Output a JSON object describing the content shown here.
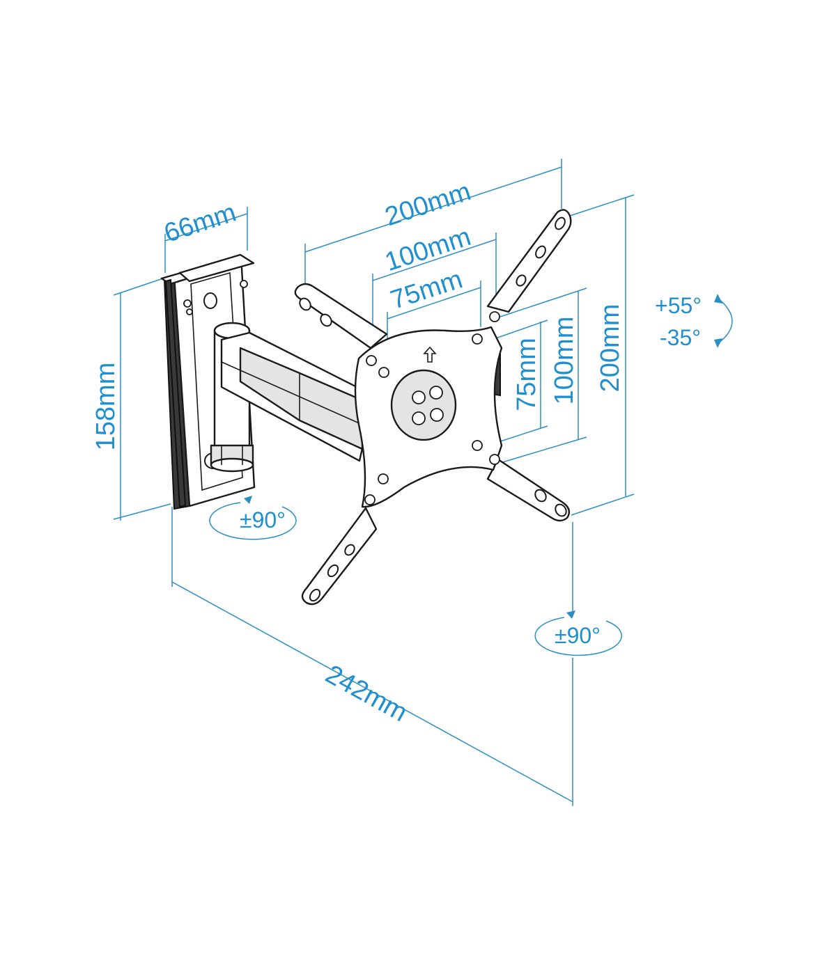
{
  "dimensions": {
    "width_bracket": "66mm",
    "height_bracket": "158mm",
    "vesa_outer_horizontal": "200mm",
    "vesa_mid_horizontal": "100mm",
    "vesa_inner_horizontal": "75mm",
    "vesa_inner_vertical": "75mm",
    "vesa_mid_vertical": "100mm",
    "vesa_outer_vertical": "200mm",
    "extension_depth": "242mm"
  },
  "angles": {
    "tilt_up": "+55°",
    "tilt_down": "-35°",
    "swivel_wall": "±90°",
    "rotation_plate": "±90°"
  },
  "colors": {
    "dimension_blue": "#1f8fcf",
    "line_black": "#1a1a1a"
  }
}
